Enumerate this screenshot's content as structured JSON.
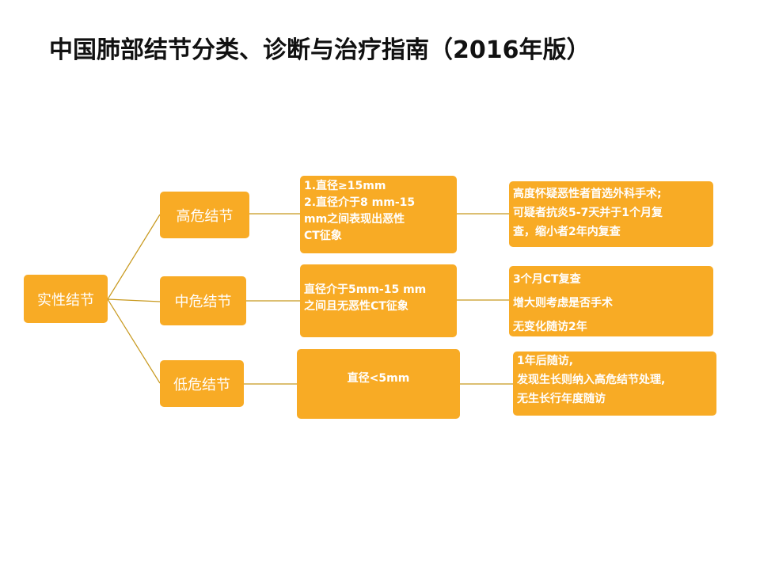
{
  "title": "中国肺部结节分类、诊断与治疗指南（2016年版）",
  "colors": {
    "box": "#F8AB25",
    "connector": "#C8991E",
    "text": "#ffffff"
  },
  "root": "实性结节",
  "branches": [
    {
      "label": "高危结节",
      "criteria": [
        "1.直径≥15mm",
        "2.直径介于8 mm-15",
        "mm之间表现出恶性",
        "CT征象"
      ],
      "management": [
        "高度怀疑恶性者首选外科手术;",
        "可疑者抗炎5-7天并于1个月复",
        "查，缩小者2年内复查"
      ]
    },
    {
      "label": "中危结节",
      "criteria": [
        "直径介于5mm-15 mm",
        "之间且无恶性CT征象"
      ],
      "management": [
        "3个月CT复查",
        "增大则考虑是否手术",
        "无变化随访2年"
      ]
    },
    {
      "label": "低危结节",
      "criteria": [
        "直径<5mm"
      ],
      "management": [
        "1年后随访,",
        "发现生长则纳入高危结节处理,",
        "无生长行年度随访"
      ]
    }
  ]
}
